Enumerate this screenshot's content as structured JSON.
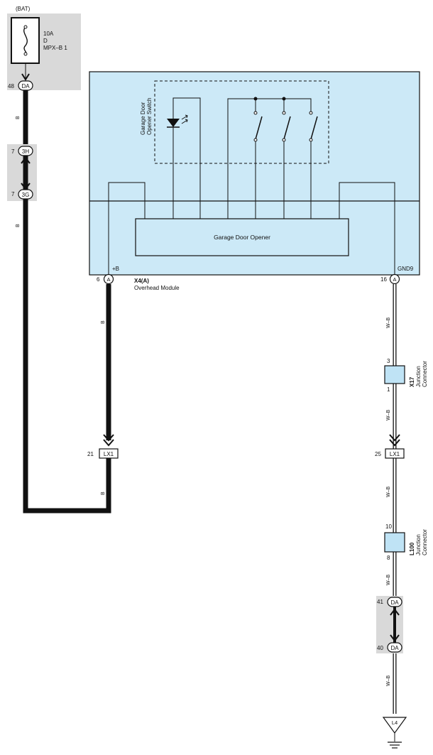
{
  "colors": {
    "gray_box": "#d9d9d9",
    "module_fill": "#cce9f7",
    "connector_fill": "#bfe3f5",
    "wire_black": "#111111",
    "wire_white": "#ffffff"
  },
  "power": {
    "source_label": "(BAT)",
    "fuse_amps": "10A",
    "fuse_type": "D",
    "fuse_name": "MPX–B 1"
  },
  "pins": {
    "p48": "48",
    "da": "DA",
    "p7a": "7",
    "c3h": "3H",
    "p7b": "7",
    "c3g": "3G",
    "p6": "6",
    "a1": "A",
    "p16": "16",
    "a2": "A",
    "p21": "21",
    "lx1a": "LX1",
    "p25": "25",
    "lx1b": "LX1",
    "p3": "3",
    "p1": "1",
    "p10": "10",
    "p8": "8",
    "p41": "41",
    "da41": "DA",
    "p40": "40",
    "da40": "DA",
    "l4": "L4"
  },
  "wire_colors": {
    "b1": "B",
    "b2": "B",
    "b3": "B",
    "b4": "B",
    "wb1": "W–B",
    "wb2": "W–B",
    "wb3": "W–B",
    "wb4": "W–B",
    "wb5": "W–B"
  },
  "module": {
    "switch_label_line1": "Garage Door",
    "switch_label_line2": "Opener Switch",
    "opener_label": "Garage Door Opener",
    "plus_b": "+B",
    "gnd": "GND9",
    "code": "X4(A)",
    "name": "Overhead Module"
  },
  "junctions": {
    "x17_code": "X17",
    "x17_l1": "Junction",
    "x17_l2": "Connector",
    "l100_code": "L100",
    "l100_l1": "Junction",
    "l100_l2": "Connector"
  }
}
